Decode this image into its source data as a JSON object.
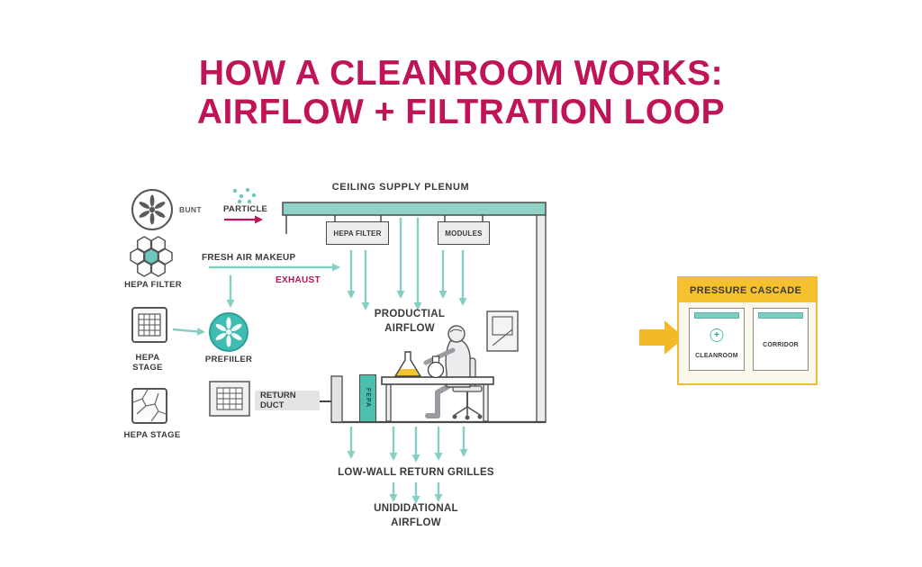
{
  "title": {
    "line1": "HOW A CLEANROOM WORKS:",
    "line2": "AIRFLOW + FILTRATION LOOP"
  },
  "legend": {
    "fan": "BUNT",
    "hepa_filter": "HEPA FILTER",
    "hepa_stage_a_1": "HEPA",
    "hepa_stage_a_2": "STAGE",
    "hepa_stage_b": "HEPA STAGE"
  },
  "annotations": {
    "particle": "PARTICLE",
    "fresh_air": "FRESH AIR MAKEUP",
    "exhaust": "EXHAUST",
    "prefilter": "PREFIILER",
    "return_duct": "RETURN DUCT"
  },
  "room": {
    "ceiling": "CEILING SUPPLY PLENUM",
    "hepa_box": "HEPA FILTER",
    "modules_box": "MODULES",
    "product_airflow_1": "PRODUCTIAL",
    "product_airflow_2": "AIRFLOW",
    "fepa_unit": "FEPA",
    "low_wall": "LOW-WALL RETURN GRILLES",
    "unidirectional_1": "UNIDIDATIONAL",
    "unidirectional_2": "AIRFLOW"
  },
  "pressure": {
    "title": "PRESSURE CASCADE",
    "cleanroom": "CLEANROOM",
    "corridor": "CORRIDOR",
    "plus": "+"
  },
  "colors": {
    "accent_magenta": "#bf1558",
    "teal": "#86cfc5",
    "teal_dark": "#3fbdb2",
    "yellow": "#f3b929",
    "ink": "#3a3a3a"
  }
}
